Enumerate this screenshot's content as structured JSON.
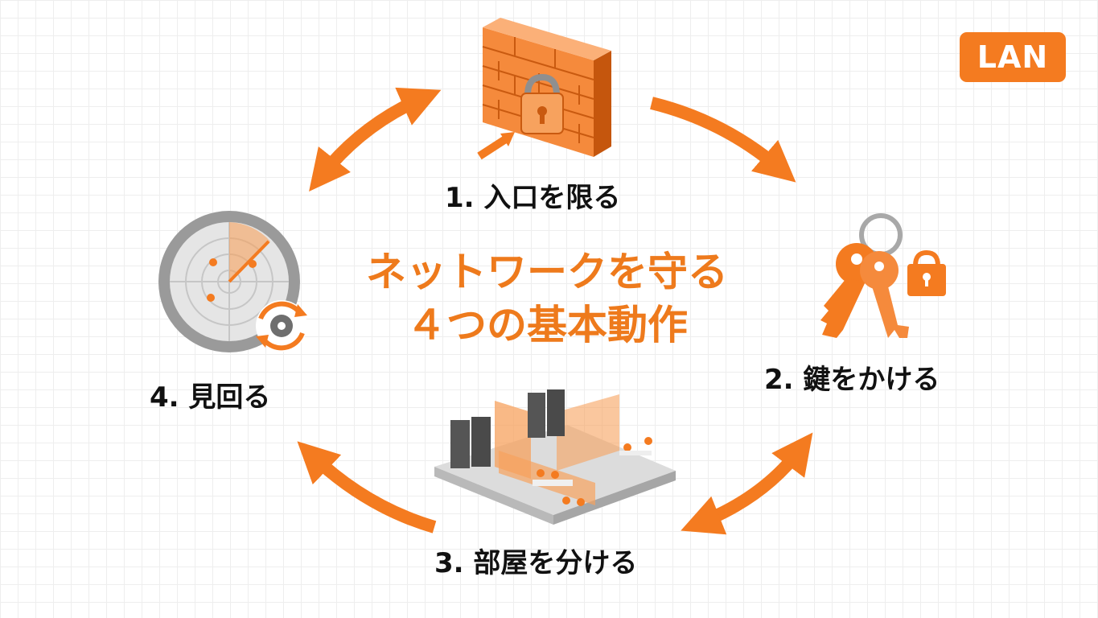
{
  "badge": {
    "label": "LAN"
  },
  "title": {
    "line1": "ネットワークを守る",
    "line2": "４つの基本動作"
  },
  "steps": [
    {
      "label": "1. 入口を限る",
      "icon": "firewall-lock-icon"
    },
    {
      "label": "2. 鍵をかける",
      "icon": "keys-lock-icon"
    },
    {
      "label": "3. 部屋を分ける",
      "icon": "segmented-office-icon"
    },
    {
      "label": "4. 見回る",
      "icon": "radar-monitor-icon"
    }
  ],
  "colors": {
    "accent": "#f47b20",
    "title": "#ee7a1c",
    "text": "#111111",
    "gray": "#9a9a9a"
  }
}
